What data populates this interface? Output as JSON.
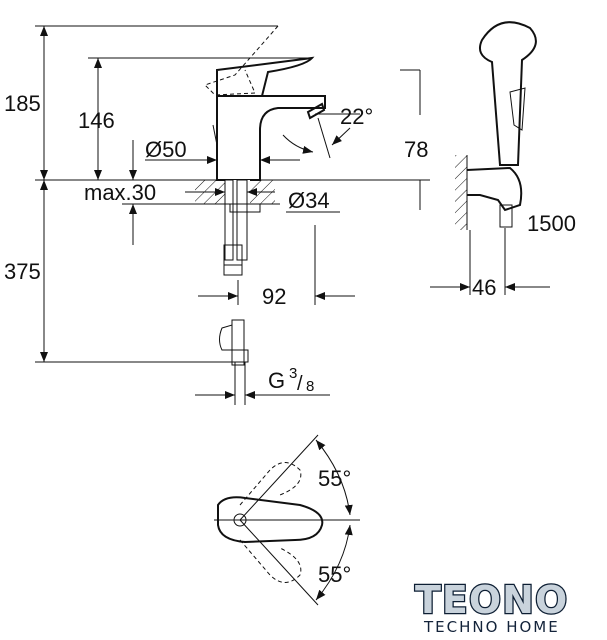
{
  "dimensions": {
    "height_total": "185",
    "height_body": "146",
    "body_diameter": "Ø50",
    "spout_angle": "22°",
    "spout_height": "78",
    "max_thickness": "max.30",
    "hole_diameter": "Ø34",
    "under_length": "375",
    "spout_reach": "92",
    "connection": "G",
    "connection_fraction_num": "3",
    "connection_fraction_den": "8",
    "hose_length": "1500",
    "holder_depth": "46",
    "lever_angle_top": "55°",
    "lever_angle_bottom": "55°"
  },
  "logo": {
    "main": "TEONO",
    "sub": "TECHNO HOME"
  }
}
